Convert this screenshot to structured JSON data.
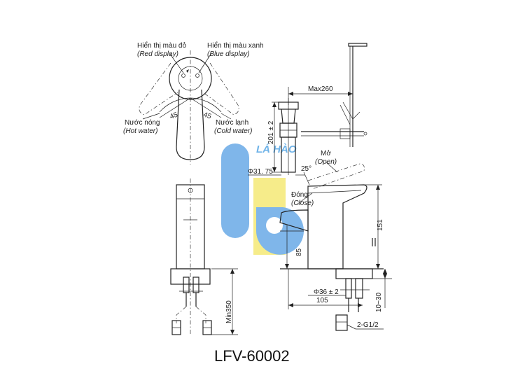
{
  "model": "LFV-60002",
  "watermark": {
    "text": "LÁ HÀO",
    "colors": {
      "blue": "#7fb6ea",
      "yellow": "#f6ec8a",
      "white": "#ffffff"
    }
  },
  "top_view": {
    "red_display_vi": "Hiển thị màu đỏ",
    "red_display_en": "(Red display)",
    "blue_display_vi": "Hiển thị màu xanh",
    "blue_display_en": "(Blue display)",
    "hot_water_vi": "Nước nóng",
    "hot_water_en": "(Hot water)",
    "cold_water_vi": "Nước lạnh",
    "cold_water_en": "(Cold water)",
    "angle_left": "45",
    "angle_right": "45"
  },
  "front_view": {
    "min_label": "Min350"
  },
  "side_view": {
    "max_label": "Max260",
    "drain_height": "201 ± 2",
    "drain_diameter": "Φ31. 75",
    "angle_open": "25°",
    "open_vi": "Mở",
    "open_en": "(Open)",
    "close_vi": "Đóng",
    "close_en": "(Close)",
    "height_total": "151",
    "spout_height": "85",
    "base_diameter": "Φ36 ± 2",
    "reach": "105",
    "deck_thickness": "10~30",
    "thread": "2-G1/2"
  }
}
